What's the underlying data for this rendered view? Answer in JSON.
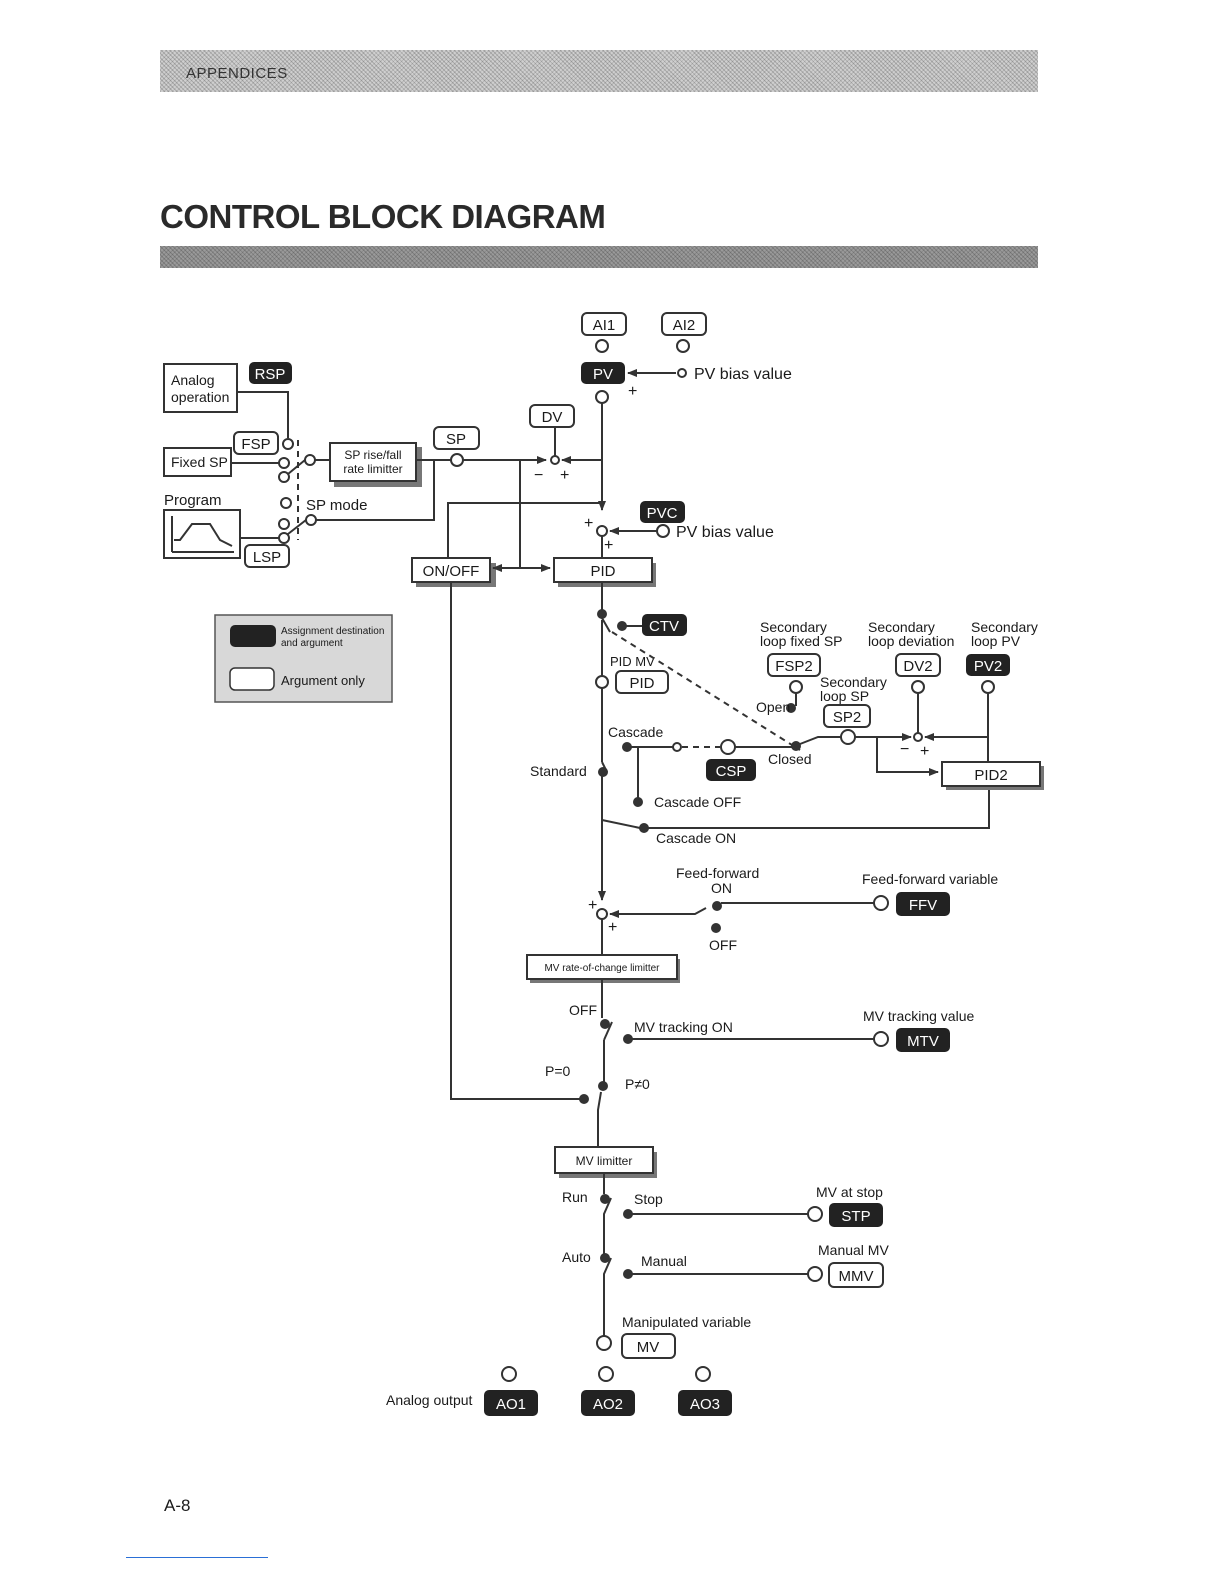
{
  "header": {
    "section": "APPENDICES"
  },
  "page": {
    "title": "CONTROL BLOCK DIAGRAM",
    "number": "A-8"
  },
  "legend": {
    "dark_label_1": "Assignment destination",
    "dark_label_2": "and argument",
    "light_label": "Argument only"
  },
  "inputs": {
    "analog_operation_1": "Analog",
    "analog_operation_2": "operation",
    "rsp": "RSP",
    "fsp": "FSP",
    "fixed_sp": "Fixed SP",
    "program": "Program",
    "lsp": "LSP",
    "sp_mode": "SP mode",
    "sp_limiter_1": "SP rise/fall",
    "sp_limiter_2": "rate limitter",
    "sp": "SP"
  },
  "pv_section": {
    "ai1": "AI1",
    "ai2": "AI2",
    "pv": "PV",
    "pv_bias": "PV bias value",
    "dv": "DV",
    "pvc": "PVC",
    "pvc_bias": "PV bias value",
    "minus": "−",
    "plus": "+"
  },
  "control": {
    "on_off": "ON/OFF",
    "pid_block": "PID",
    "ctv": "CTV",
    "pid_mv": "PID MV",
    "pid_tag": "PID",
    "cascade": "Cascade",
    "standard": "Standard",
    "csp": "CSP",
    "cascade_off": "Cascade OFF",
    "cascade_on": "Cascade ON",
    "open": "Open",
    "closed": "Closed"
  },
  "secondary": {
    "fixed_sp_1": "Secondary",
    "fixed_sp_2": "loop fixed SP",
    "deviation_1": "Secondary",
    "deviation_2": "loop deviation",
    "pv_1": "Secondary",
    "pv_2": "loop PV",
    "sp_1": "Secondary",
    "sp_2": "loop SP",
    "fsp2": "FSP2",
    "dv2": "DV2",
    "pv2": "PV2",
    "sp2": "SP2",
    "pid2": "PID2"
  },
  "output": {
    "ff_1": "Feed-forward",
    "ff_on": "ON",
    "ff_off": "OFF",
    "ff_variable": "Feed-forward variable",
    "ffv": "FFV",
    "mv_rate_limiter": "MV rate-of-change limitter",
    "track_off": "OFF",
    "mv_tracking_on": "MV tracking ON",
    "mv_tracking_value": "MV tracking value",
    "mtv": "MTV",
    "p_eq_0": "P=0",
    "p_ne_0": "P≠0",
    "mv_limiter": "MV limitter",
    "run": "Run",
    "stop": "Stop",
    "mv_at_stop": "MV at stop",
    "stp": "STP",
    "auto": "Auto",
    "manual": "Manual",
    "manual_mv": "Manual MV",
    "mmv": "MMV",
    "manipulated_variable": "Manipulated variable",
    "mv": "MV",
    "analog_output": "Analog output",
    "ao1": "AO1",
    "ao2": "AO2",
    "ao3": "AO3"
  }
}
